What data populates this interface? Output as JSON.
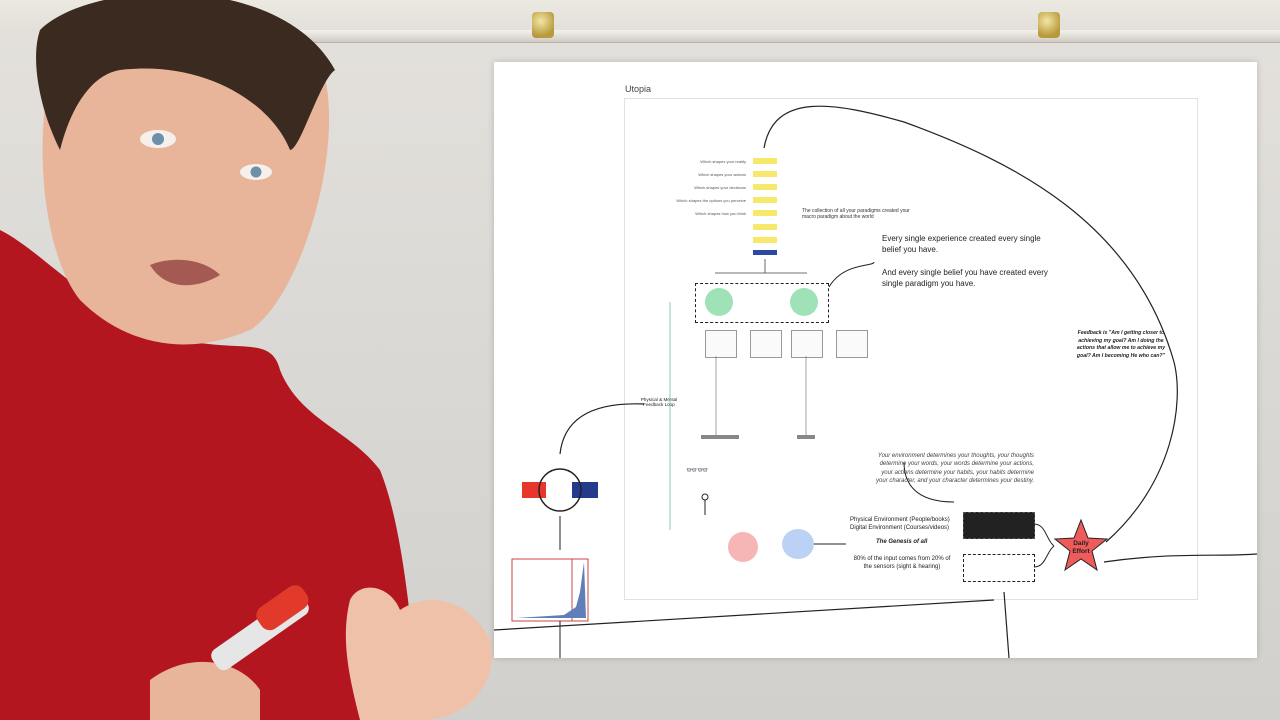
{
  "board": {
    "title": "Utopia",
    "questions": [
      "Which shapes your reality",
      "Which shapes your actions",
      "Which shapes your decisions",
      "Which shapes the options you perceive",
      "Which shapes how you think"
    ],
    "paradigm_note": "The collection of all your paradigms created your macro paradigm about the world",
    "belief_text_1": "Every single experience created every single belief you have.",
    "belief_text_2": "And every single belief you have created every single paradigm you have.",
    "feedback_text": "Feedback is \"Am I getting closer to achieving my goal? Am I doing the actions that allow me to achieve my goal? Am I becoming He who can?\"",
    "feedback_loop_label": "Physical & Mental Feedback Loop",
    "environment_quote": "Your environment determines your thoughts, your thoughts determine your words, your words determine your actions, your actions determine your habits, your habits determine your character, and your character determines your destiny.",
    "physical_env": "Physical Environment (People/books)",
    "digital_env": "Digital Environment (Courses/videos)",
    "genesis": "The Genesis of all",
    "sensors_note": "80% of the input comes from 20% of the sensors (sight & hearing)",
    "daily_effort": "Daily Effort"
  },
  "colors": {
    "yellow_box": "#f6e86a",
    "green_circle": "#9fe2b8",
    "red_box": "#e8362b",
    "navy_box": "#263a8c",
    "star": "#ef5a5a",
    "hoodie": "#b3161e"
  }
}
